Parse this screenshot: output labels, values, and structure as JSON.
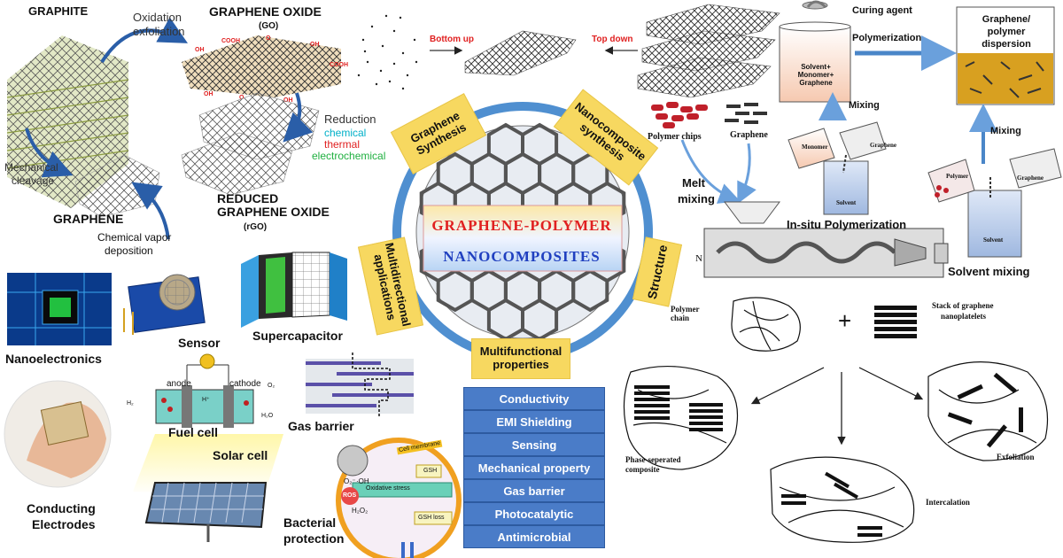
{
  "graphene_synthesis_panel": {
    "graphite": "GRAPHITE",
    "oxidation": "Oxidation",
    "exfoliation": "exfoliation",
    "graphene_oxide": "GRAPHENE OXIDE",
    "go": "(GO)",
    "reduction": "Reduction",
    "chemical": "chemical",
    "thermal": "thermal",
    "electrochemical": "electrochemical",
    "mechanical": "Mechanical",
    "cleavage": "cleavage",
    "graphene": "GRAPHENE",
    "reduced_line1": "REDUCED",
    "reduced_line2": "GRAPHENE OXIDE",
    "rgo": "(rGO)",
    "cvd_line1": "Chemical vapor",
    "cvd_line2": "deposition"
  },
  "top_middle": {
    "bottom_up": "Bottom up",
    "top_down": "Top down"
  },
  "composite_methods": {
    "curing_agent": "Curing agent",
    "polymerization": "Polymerization",
    "solvent_mix_label": "Solvent+\nMonomer+\nGraphene",
    "dispersion_line1": "Graphene/",
    "dispersion_line2": "polymer",
    "dispersion_line3": "dispersion",
    "mixing_1": "Mixing",
    "mixing_2": "Mixing",
    "polymer_chips": "Polymer chips",
    "graphene": "Graphene",
    "melt_line1": "Melt",
    "melt_line2": "mixing",
    "monomer": "Monomer",
    "graphene_small_1": "Graphene",
    "solvent_1": "Solvent",
    "in_situ": "In-situ Polymerization",
    "polymer": "Polymer",
    "graphene_small_2": "Graphene",
    "solvent_2": "Solvent",
    "solvent_mixing": "Solvent mixing",
    "n_label": "N"
  },
  "center": {
    "title_line1": "GRAPHENE-POLYMER",
    "title_line2": "NANOCOMPOSITES",
    "graphene_synthesis_line1": "Graphene",
    "graphene_synthesis_line2": "Synthesis",
    "nanocomposite_line1": "Nanocomposite",
    "nanocomposite_line2": "synthesis",
    "structure": "Structure",
    "multifunctional_line1": "Multifunctional",
    "multifunctional_line2": "properties",
    "multidirectional_line1": "Multidirectional",
    "multidirectional_line2": "applications"
  },
  "properties": [
    "Conductivity",
    "EMI Shielding",
    "Sensing",
    "Mechanical property",
    "Gas barrier",
    "Photocatalytic",
    "Antimicrobial"
  ],
  "applications": {
    "nanoelectronics": "Nanoelectronics",
    "sensor": "Sensor",
    "supercapacitor": "Supercapacitor",
    "anode": "anode",
    "cathode": "cathode",
    "fuel_cell": "Fuel cell",
    "solar_cell": "Solar cell",
    "gas_barrier": "Gas barrier",
    "conducting_line1": "Conducting",
    "conducting_line2": "Electrodes",
    "bacterial_line1": "Bacterial",
    "bacterial_line2": "protection",
    "cell_membrane": "Cell membrane",
    "oxidative_stress": "Oxidative stress",
    "gsh": "GSH",
    "gsh_loss": "GSH loss",
    "ros": "ROS",
    "h2": "H₂",
    "h2o": "H₂O",
    "o2": "O₂",
    "h_plus": "H⁺",
    "o2_radical": "O₂⁻",
    "oh_radical": "·OH",
    "h2o2": "H₂O₂"
  },
  "structure_panel": {
    "polymer_chain": "Polymer\nchain",
    "plus": "+",
    "stack_line1": "Stack of graphene",
    "stack_line2": "nanoplatelets",
    "phase_line1": "Phase-seperated",
    "phase_line2": "composite",
    "exfoliation": "Exfoliation",
    "intercalation": "Intercalation"
  },
  "colors": {
    "yellow_box": "#f7d860",
    "property_box": "#4a7cc8",
    "cyan_panel": "#33f0f5",
    "circle_arrow": "#4f8fd0",
    "title_red": "#e02020",
    "title_blue": "#2040c0",
    "reduction_cyan": "#00b0c8",
    "reduction_red": "#e02020",
    "reduction_green": "#20b040"
  }
}
